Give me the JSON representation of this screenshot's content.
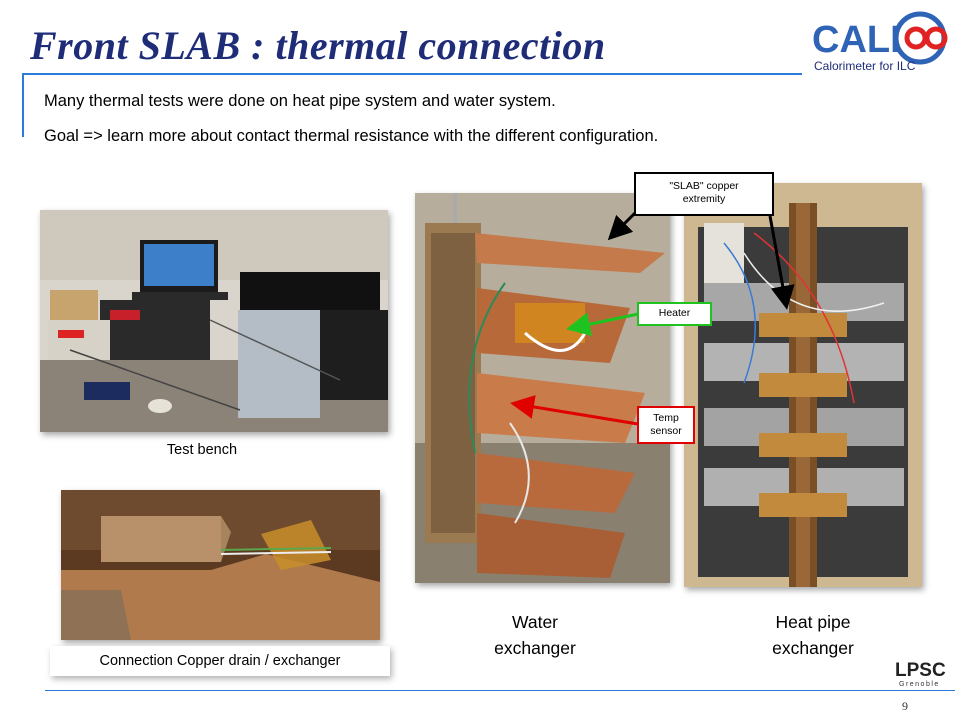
{
  "slide": {
    "title": "Front SLAB : thermal connection",
    "intro_lines": [
      "Many thermal tests were done on heat pipe system and water system.",
      "Goal => learn more about contact thermal resistance with the different configuration."
    ],
    "page_number": "9"
  },
  "logos": {
    "calice": {
      "wordmark": "CALI",
      "tagline": "Calorimeter for ILC"
    },
    "lpsc": {
      "wordmark": "LPSC",
      "subline": "Grenoble"
    }
  },
  "captions": {
    "test_bench": "Test bench",
    "connection": "Connection Copper drain / exchanger",
    "water": [
      "Water",
      "exchanger"
    ],
    "heat_pipe": [
      "Heat pipe",
      "exchanger"
    ]
  },
  "callouts": {
    "slab": [
      "\"SLAB\" copper",
      "extremity"
    ],
    "heater": "Heater",
    "temp": [
      "Temp",
      "sensor"
    ]
  },
  "colors": {
    "title": "#1f2d78",
    "accent_rule": "#2b7bd8",
    "heater_callout": "#1fc31f",
    "temp_callout": "#e00000",
    "slab_callout": "#000000"
  }
}
